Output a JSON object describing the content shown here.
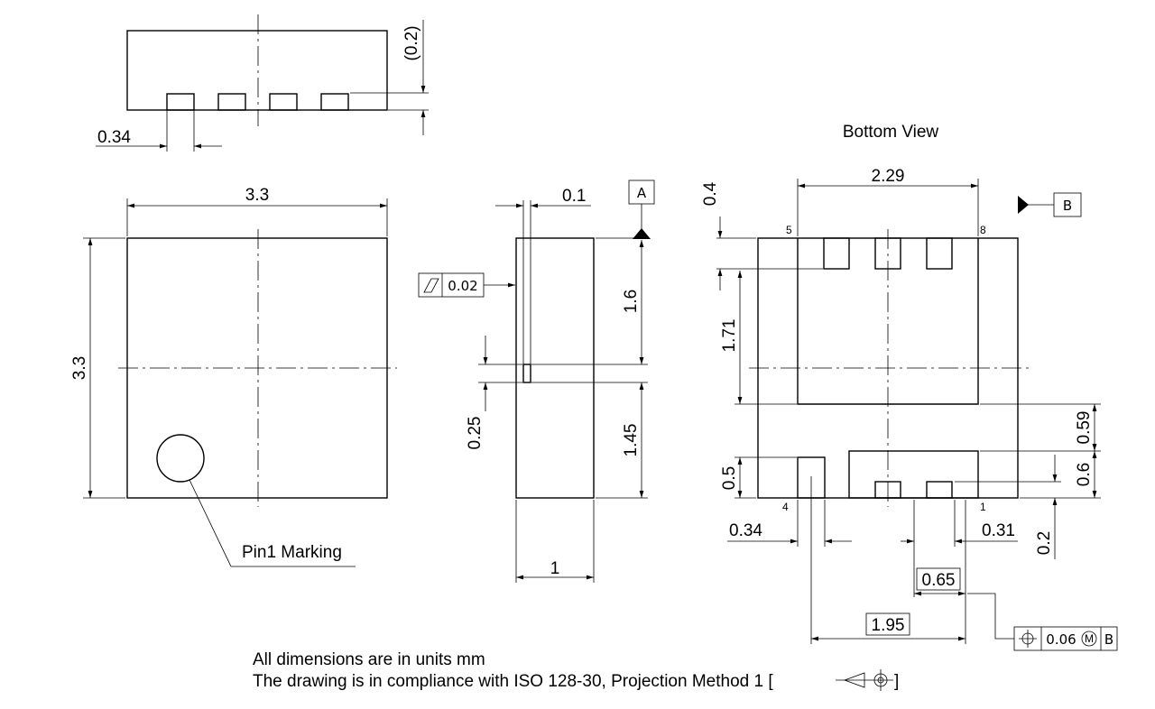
{
  "dims": {
    "top_h": "(0.2)",
    "top_pad_w": "0.34",
    "front_w": "3.3",
    "front_h": "3.3",
    "side_t": "0.1",
    "side_a": "1.6",
    "side_b": "0.25",
    "side_c": "1.45",
    "side_w": "1",
    "flatness": "0.02",
    "b_w": "2.29",
    "b_04": "0.4",
    "b_171": "1.71",
    "b_059": "0.59",
    "b_05": "0.5",
    "b_06": "0.6",
    "b_02": "0.2",
    "b_034": "0.34",
    "b_031": "0.31",
    "b_065": "0.65",
    "b_195": "1.95",
    "pos_tol": "0.06",
    "pos_mod": "M",
    "pos_ref": "B"
  },
  "datums": {
    "a": "A",
    "b": "B"
  },
  "pins": {
    "p5": "5",
    "p8": "8",
    "p4": "4",
    "p1": "1"
  },
  "labels": {
    "bottom_view": "Bottom View",
    "pin1": "Pin1 Marking"
  },
  "notes": {
    "line1": "All dimensions are in units mm",
    "line2": "The drawing is in compliance with ISO 128-30, Projection Method 1 ["
  },
  "symbols": [
    "flatness-icon",
    "position-icon",
    "projection-method-icon"
  ]
}
